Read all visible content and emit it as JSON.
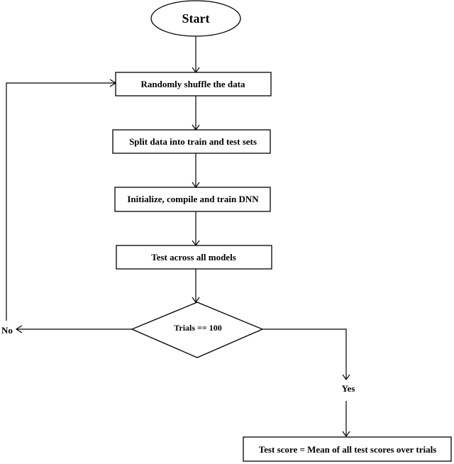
{
  "flowchart": {
    "start": {
      "label": "Start"
    },
    "steps": [
      {
        "id": "shuffle",
        "label": "Randomly shuffle the data"
      },
      {
        "id": "split",
        "label": "Split data into train and test sets"
      },
      {
        "id": "train",
        "label": "Initialize, compile and train DNN"
      },
      {
        "id": "test",
        "label": "Test across all models"
      }
    ],
    "decision": {
      "label": "Trials == 100"
    },
    "branches": {
      "no_label": "No",
      "yes_label": "Yes"
    },
    "end": {
      "label": "Test score = Mean of all test scores over trials"
    }
  }
}
